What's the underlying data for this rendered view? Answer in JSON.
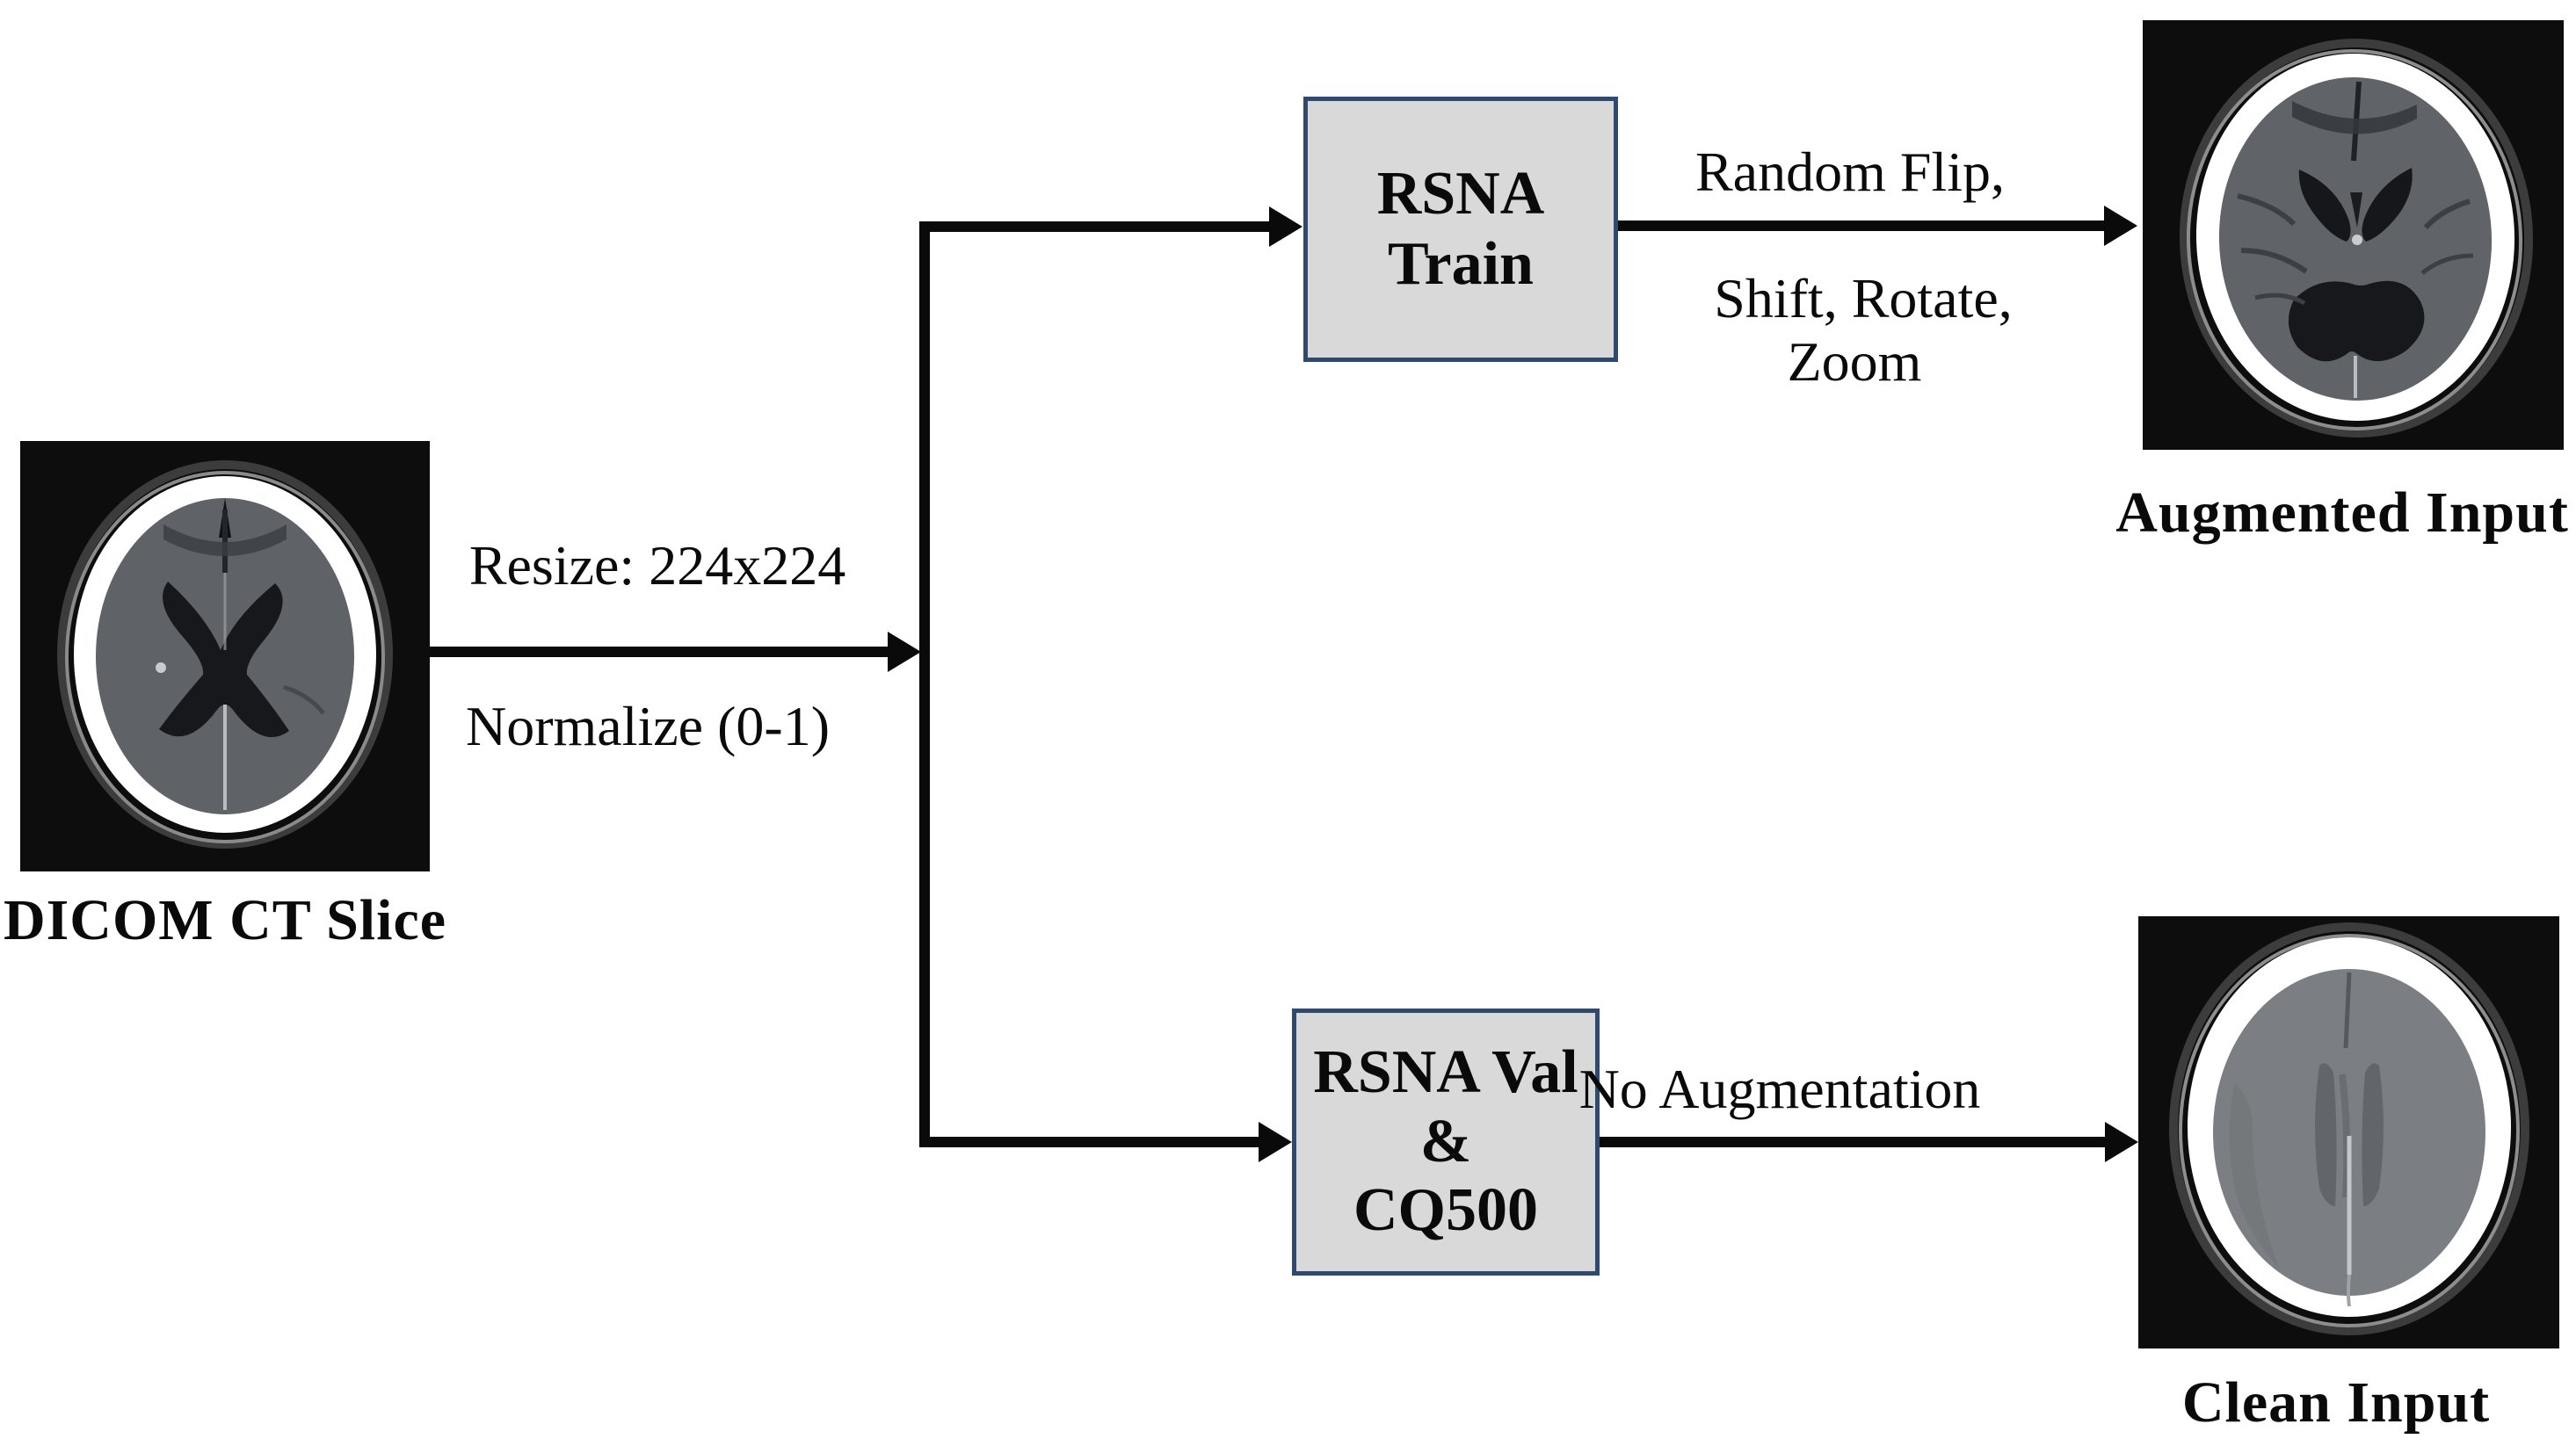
{
  "diagram": {
    "source": {
      "caption": "DICOM CT Slice"
    },
    "preprocess_arrow": {
      "label_top": "Resize: 224x224",
      "label_bottom": "Normalize (0-1)"
    },
    "train_branch": {
      "box": {
        "line1": "RSNA",
        "line2": "Train"
      },
      "arrow_label": {
        "line1": "Random Flip,",
        "line2": "Shift, Rotate,",
        "line3": "Zoom"
      },
      "output_caption": "Augmented Input"
    },
    "val_branch": {
      "box": {
        "line1": "RSNA Val",
        "line2": "&",
        "line3": "CQ500"
      },
      "arrow_label": "No Augmentation",
      "output_caption": "Clean Input"
    },
    "colors": {
      "background": "#ffffff",
      "box_fill": "#d9d9d9",
      "box_border": "#2f4a6e",
      "arrow": "#0a0a0a",
      "ct_background": "#0d0d0d",
      "skull": "#ffffff",
      "brain_gray": "#5f6367",
      "clean_brain_gray": "#7b7f83",
      "ventricle_dark": "#17181b"
    }
  }
}
